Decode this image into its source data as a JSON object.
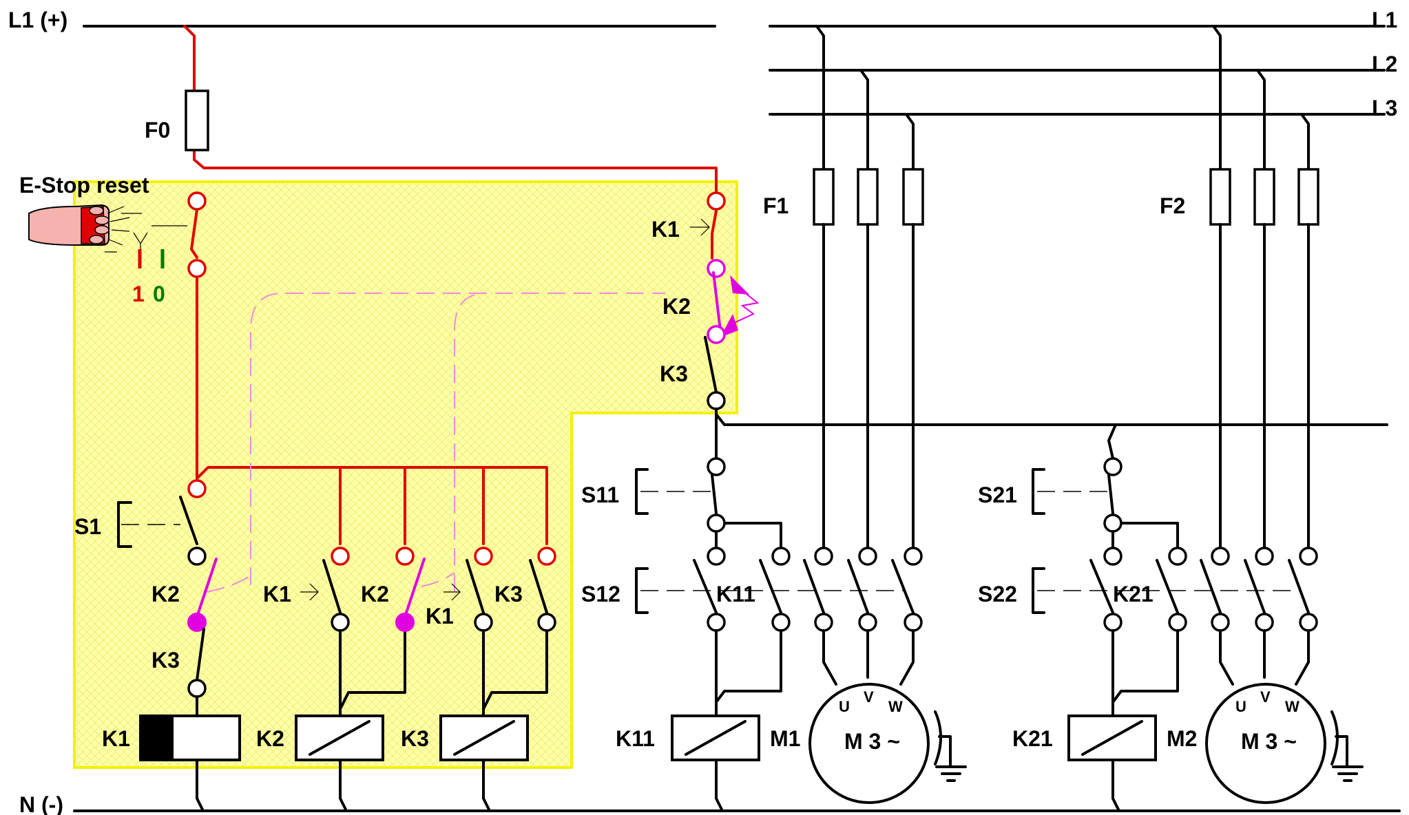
{
  "supply": {
    "l1_plus": "L1 (+)",
    "n_minus": "N (-)",
    "phase_l1": "L1",
    "phase_l2": "L2",
    "phase_l3": "L3"
  },
  "fuses": {
    "f0": "F0",
    "f1": "F1",
    "f2": "F2"
  },
  "estop": {
    "title": "E-Stop reset",
    "state_on": "1",
    "state_off": "0"
  },
  "safety_contacts": {
    "k1_top": "K1",
    "k2_top": "K2",
    "k3_top": "K3"
  },
  "control": {
    "s1": "S1",
    "k2_a": "K2",
    "k3_a": "K3",
    "k1_b": "K1",
    "k2_b": "K2",
    "k1_c": "K1",
    "k3_c": "K3"
  },
  "coils": {
    "k1": "K1",
    "k2": "K2",
    "k3": "K3",
    "k11": "K11",
    "k21": "K21"
  },
  "motor_circuit_1": {
    "s11": "S11",
    "s12": "S12",
    "k11": "K11",
    "m1": "M1",
    "motor_label": "M 3 ~",
    "terminal_u": "U",
    "terminal_v": "V",
    "terminal_w": "W"
  },
  "motor_circuit_2": {
    "s21": "S21",
    "s22": "S22",
    "k21": "K21",
    "m2": "M2",
    "motor_label": "M 3 ~",
    "terminal_u": "U",
    "terminal_v": "V",
    "terminal_w": "W"
  },
  "colors": {
    "energized": "#e00000",
    "monitoring": "#e000e0",
    "safety_zone": "#ffffa8",
    "safety_zone_border": "#f2f200"
  }
}
